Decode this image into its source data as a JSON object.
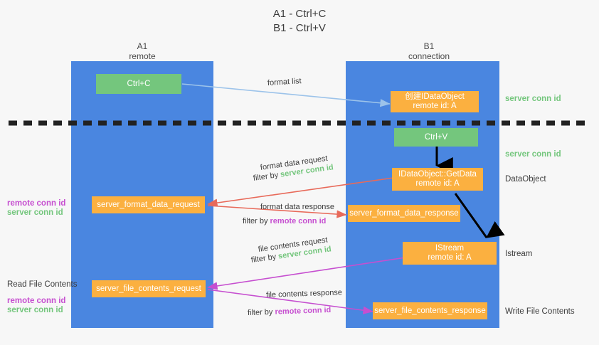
{
  "title": {
    "line1": "A1 - Ctrl+C",
    "line2": "B1 - Ctrl+V"
  },
  "columns": [
    {
      "name": "A1",
      "sub": "remote"
    },
    {
      "name": "B1",
      "sub": "connection"
    }
  ],
  "colors": {
    "lane_blue": "#4a86e0",
    "box_green": "#74c67d",
    "box_orange": "#fbb040",
    "server_conn_green": "#74c67d",
    "remote_conn_magenta": "#c64fd0",
    "arrow_blue": "#9cc3ea",
    "arrow_red": "#e86a5a",
    "arrow_magenta": "#c64fd0",
    "arrow_black": "#000000",
    "background": "#f7f7f7",
    "text_dark": "#3c3c3c"
  },
  "nodes": {
    "ctrl_c": {
      "line1": "Ctrl+C",
      "line2": ""
    },
    "data_object_create": {
      "line1": "创建IDataObject",
      "line2": "remote id: A"
    },
    "ctrl_v": {
      "line1": "Ctrl+V",
      "line2": ""
    },
    "get_data": {
      "line1": "IDataObject::GetData",
      "line2": "remote id: A"
    },
    "format_data_request": {
      "line1": "server_format_data_request",
      "line2": ""
    },
    "format_data_response": {
      "line1": "server_format_data_response",
      "line2": ""
    },
    "istream": {
      "line1": "IStream",
      "line2": "remote id: A"
    },
    "file_contents_request": {
      "line1": "server_file_contents_request",
      "line2": ""
    },
    "file_contents_response": {
      "line1": "server_file_contents_response",
      "line2": ""
    }
  },
  "edges": {
    "format_list": {
      "label": "format list"
    },
    "format_data_request": {
      "line1": "format data request",
      "filter_prefix": "filter by ",
      "filter_value": "server conn id"
    },
    "format_data_response": {
      "line1": "format data response",
      "filter_prefix": "filter by ",
      "filter_value": "remote conn id"
    },
    "file_contents_request": {
      "line1": "file contents request",
      "filter_prefix": "filter by ",
      "filter_value": "server conn id"
    },
    "file_contents_response": {
      "line1": "file contents response",
      "filter_prefix": "filter by ",
      "filter_value": "remote conn id"
    }
  },
  "right_labels": {
    "server_conn_id_top": "server conn id",
    "server_conn_id_mid": "server conn id",
    "data_object": "DataObject",
    "istream": "Istream",
    "write_file_contents": "Write File Contents"
  },
  "left_labels": {
    "remote_conn_id_1": "remote conn id",
    "server_conn_id_1": "server conn id",
    "read_file_contents": "Read File Contents",
    "remote_conn_id_2": "remote conn id",
    "server_conn_id_2": "server conn id"
  }
}
